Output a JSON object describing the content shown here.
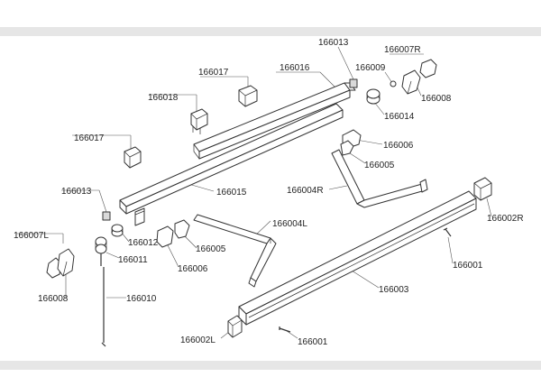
{
  "labels": {
    "l166013a": "166013",
    "l166007r": "166007R",
    "l166009": "166009",
    "l166017a": "166017",
    "l166016": "166016",
    "l166008a": "166008",
    "l166018": "166018",
    "l166014": "166014",
    "l166017b": "166017",
    "l166006a": "166006",
    "l166005a": "166005",
    "l166013b": "166013",
    "l166015": "166015",
    "l166004r": "166004R",
    "l166002r": "166002R",
    "l166004l": "166004L",
    "l166007l": "166007L",
    "l166012": "166012",
    "l166011": "166011",
    "l166005b": "166005",
    "l166006b": "166006",
    "l166001a": "166001",
    "l166008b": "166008",
    "l166010": "166010",
    "l166003": "166003",
    "l166002l": "166002L",
    "l166001b": "166001"
  },
  "colors": {
    "background": "#ffffff",
    "band": "#e6e6e6",
    "line": "#333333"
  }
}
